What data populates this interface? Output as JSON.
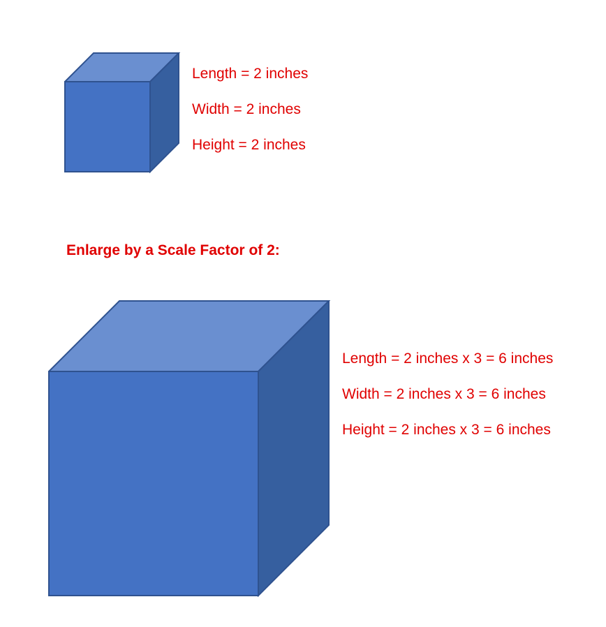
{
  "small_cube": {
    "face_colors": {
      "front": "#4472C4",
      "top": "#6A8FD0",
      "side": "#365F9F",
      "edge": "#2F528F"
    },
    "labels": {
      "length": "Length = 2 inches",
      "width": "Width = 2 inches",
      "height": "Height = 2 inches"
    }
  },
  "heading": "Enlarge by a Scale Factor of 2:",
  "large_cube": {
    "face_colors": {
      "front": "#4472C4",
      "top": "#6A8FD0",
      "side": "#365F9F",
      "edge": "#2F528F"
    },
    "labels": {
      "length": "Length = 2 inches x 3 = 6 inches",
      "width": "Width = 2 inches x 3 = 6 inches",
      "height": "Height = 2 inches x 3 = 6 inches"
    }
  },
  "text_color": "#E00000"
}
